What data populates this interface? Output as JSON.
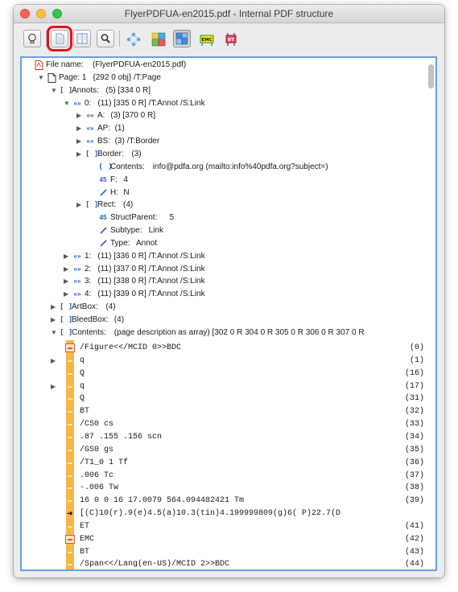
{
  "window": {
    "title": "FlyerPDFUA-en2015.pdf - Internal PDF structure"
  },
  "toolbar": {
    "buttons": [
      {
        "name": "info-lightbulb-button",
        "icon": "lightbulb-icon"
      },
      {
        "name": "document-view-button",
        "icon": "document-icon",
        "highlighted": true
      },
      {
        "name": "split-view-button",
        "icon": "split-document-icon"
      },
      {
        "name": "find-button",
        "icon": "magnifier-icon"
      },
      {
        "name": "structure-tree-button",
        "icon": "tree-nodes-icon"
      },
      {
        "name": "colored-blocks-button",
        "icon": "blocks-icon"
      },
      {
        "name": "blue-blocks-button",
        "icon": "blue-blocks-icon",
        "pressed": true
      },
      {
        "name": "emc-tags-button",
        "icon": "emc-tag-icon",
        "text": "EMC"
      },
      {
        "name": "bt-tags-button",
        "icon": "bt-tag-icon",
        "text": "BT"
      }
    ]
  },
  "tree": [
    {
      "indent": 0,
      "arrow": "",
      "icon": "pdf",
      "label": "File name:",
      "value": "(FlyerPDFUA-en2015.pdf)"
    },
    {
      "indent": 1,
      "arrow": "down",
      "icon": "page",
      "label": "Page: 1",
      "value": "{292 0 obj}     /T:Page"
    },
    {
      "indent": 2,
      "arrow": "down",
      "icon": "array",
      "label": "Annots:",
      "value": "(5) [334 0 R]"
    },
    {
      "indent": 3,
      "arrow": "down",
      "icon": "dict",
      "label": "0:",
      "value": "(11) [335 0 R]      /T:Annot  /S:Link"
    },
    {
      "indent": 4,
      "arrow": "right",
      "icon": "dict",
      "label": "A:",
      "value": "(3) [370 0 R]"
    },
    {
      "indent": 4,
      "arrow": "right",
      "icon": "dict",
      "label": "AP:",
      "value": "(1)"
    },
    {
      "indent": 4,
      "arrow": "right",
      "icon": "dict",
      "label": "BS:",
      "value": "(3)      /T:Border"
    },
    {
      "indent": 4,
      "arrow": "right",
      "icon": "array",
      "label": "Border:",
      "value": "(3)"
    },
    {
      "indent": 5,
      "arrow": "",
      "icon": "string",
      "label": "Contents:",
      "value": "info@pdfa.org (mailto:info%40pdfa.org?subject=)"
    },
    {
      "indent": 5,
      "arrow": "",
      "icon": "number",
      "label": "F:",
      "value": "4"
    },
    {
      "indent": 5,
      "arrow": "",
      "icon": "name",
      "label": "H:",
      "value": "N"
    },
    {
      "indent": 4,
      "arrow": "right",
      "icon": "array",
      "label": "Rect:",
      "value": "(4)"
    },
    {
      "indent": 5,
      "arrow": "",
      "icon": "number",
      "label": "StructParent:",
      "value": "5"
    },
    {
      "indent": 5,
      "arrow": "",
      "icon": "name",
      "label": "Subtype:",
      "value": "Link"
    },
    {
      "indent": 5,
      "arrow": "",
      "icon": "name",
      "label": "Type:",
      "value": "Annot"
    },
    {
      "indent": 3,
      "arrow": "right",
      "icon": "dict",
      "label": "1:",
      "value": "(11) [336 0 R]      /T:Annot  /S:Link"
    },
    {
      "indent": 3,
      "arrow": "right",
      "icon": "dict",
      "label": "2:",
      "value": "(11) [337 0 R]      /T:Annot  /S:Link"
    },
    {
      "indent": 3,
      "arrow": "right",
      "icon": "dict",
      "label": "3:",
      "value": "(11) [338 0 R]      /T:Annot  /S:Link"
    },
    {
      "indent": 3,
      "arrow": "right",
      "icon": "dict",
      "label": "4:",
      "value": "(11) [339 0 R]      /T:Annot  /S:Link"
    },
    {
      "indent": 2,
      "arrow": "right",
      "icon": "array",
      "label": "ArtBox:",
      "value": "(4)"
    },
    {
      "indent": 2,
      "arrow": "right",
      "icon": "array",
      "label": "BleedBox:",
      "value": "(4)"
    },
    {
      "indent": 2,
      "arrow": "down",
      "icon": "array",
      "label": "Contents:",
      "value": "(page description as array)   [302 0 R  304 0 R  305 0 R  306 0 R  307 0 R"
    }
  ],
  "contents": [
    {
      "marker": "box",
      "arrow": "",
      "text": "/Figure<</MCID 0>>BDC",
      "index": "(0)"
    },
    {
      "marker": "dash",
      "arrow": "right",
      "text": "q",
      "index": "(1)"
    },
    {
      "marker": "dash",
      "arrow": "",
      "text": "Q",
      "index": "(16)"
    },
    {
      "marker": "dash",
      "arrow": "right",
      "text": "q",
      "index": "(17)"
    },
    {
      "marker": "dash",
      "arrow": "",
      "text": "Q",
      "index": "(31)"
    },
    {
      "marker": "dash",
      "arrow": "",
      "text": "BT",
      "index": "(32)"
    },
    {
      "marker": "dash",
      "arrow": "",
      "text": "/CS0 cs",
      "index": "(33)"
    },
    {
      "marker": "dash",
      "arrow": "",
      "text": ".87 .155 .156 scn",
      "index": "(34)"
    },
    {
      "marker": "dash",
      "arrow": "",
      "text": "/GS0 gs",
      "index": "(35)"
    },
    {
      "marker": "dash",
      "arrow": "",
      "text": "/T1_0 1 Tf",
      "index": "(36)"
    },
    {
      "marker": "dash",
      "arrow": "",
      "text": ".006 Tc",
      "index": "(37)"
    },
    {
      "marker": "dash",
      "arrow": "",
      "text": "-.006 Tw",
      "index": "(38)"
    },
    {
      "marker": "dash",
      "arrow": "",
      "text": "16 0 0 16 17.0079 564.094482421 Tm",
      "index": "(39)"
    },
    {
      "marker": "arrow",
      "arrow": "",
      "text": "[(C)10(r).9(e)4.5(a)10.3(tin)4.199999809(g)6( P)22.7(D",
      "index": ""
    },
    {
      "marker": "dash",
      "arrow": "",
      "text": "ET",
      "index": "(41)"
    },
    {
      "marker": "box",
      "arrow": "",
      "text": "EMC",
      "index": "(42)"
    },
    {
      "marker": "dash",
      "arrow": "",
      "text": "BT",
      "index": "(43)"
    },
    {
      "marker": "dash",
      "arrow": "",
      "text": "/Span<</Lang(en-US)/MCID 2>>BDC",
      "index": "(44)"
    }
  ]
}
